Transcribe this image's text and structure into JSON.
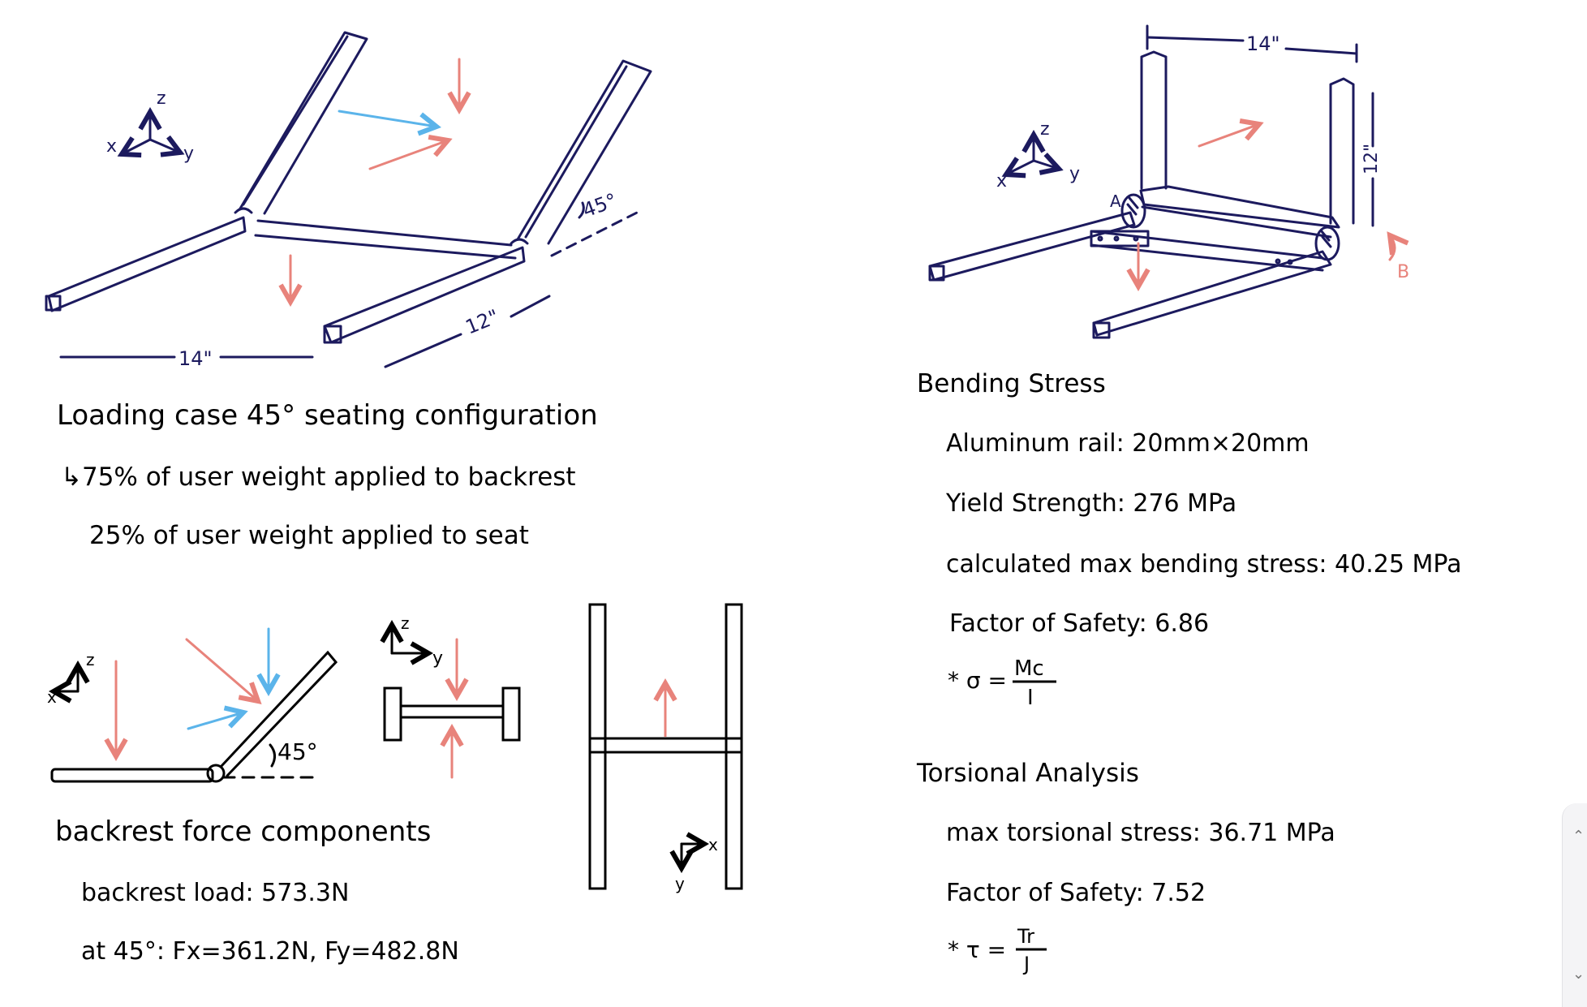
{
  "colors": {
    "ink": "#1c1a5e",
    "text": "#000000",
    "force_red": "#e8837b",
    "force_blue": "#5bb4ea"
  },
  "diagram1": {
    "axes": {
      "x": "x",
      "y": "y",
      "z": "z"
    },
    "dim_width": "14\"",
    "dim_seat": "12\"",
    "angle": "45°"
  },
  "diagram2": {
    "axes": {
      "x": "x",
      "y": "y",
      "z": "z"
    },
    "dim_width": "14\"",
    "dim_height": "12\"",
    "point_a": "A",
    "point_b": "B"
  },
  "loading": {
    "title": "Loading case  45° seating configuration",
    "line1": "↳75% of user weight applied to backrest",
    "line2": "25% of user weight applied to seat"
  },
  "side_view": {
    "axes": {
      "x": "x",
      "z": "z"
    },
    "angle": "45°"
  },
  "cross_section": {
    "axes": {
      "z": "z",
      "y": "y"
    }
  },
  "top_view": {
    "axes": {
      "x": "x",
      "y": "y"
    }
  },
  "backrest": {
    "title": "backrest force components",
    "load": "backrest load: 573.3N",
    "components": "at 45°: Fx=361.2N, Fy=482.8N"
  },
  "bending": {
    "title": "Bending Stress",
    "rail": "Aluminum rail: 20mm×20mm",
    "yield": "Yield Strength: 276 MPa",
    "max_stress": "calculated max bending stress: 40.25 MPa",
    "fos": "Factor of Safety: 6.86",
    "formula_prefix": "* σ =",
    "formula_num": "Mc",
    "formula_den": "I"
  },
  "torsion": {
    "title": "Torsional Analysis",
    "max_stress": "max torsional stress: 36.71 MPa",
    "fos": "Factor of Safety: 7.52",
    "formula_prefix": "* τ =",
    "formula_num": "Tr",
    "formula_den": "J"
  }
}
